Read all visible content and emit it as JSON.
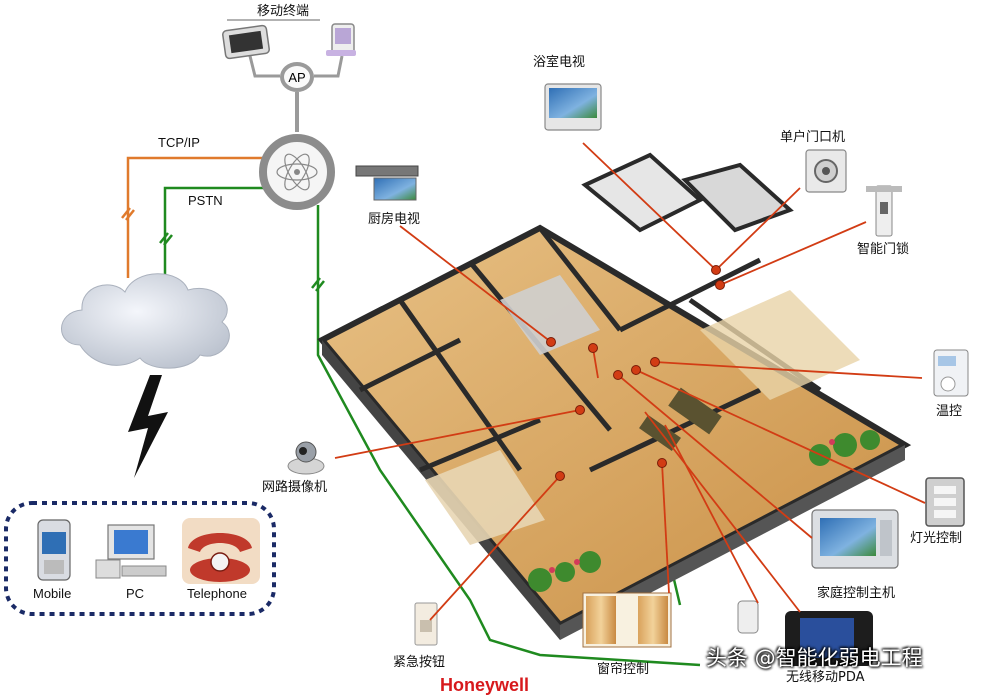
{
  "network": {
    "mobile_terminal": "移动终端",
    "ap": "AP",
    "tcp_ip": "TCP/IP",
    "pstn": "PSTN"
  },
  "remote_devices": {
    "mobile": "Mobile",
    "pc": "PC",
    "telephone": "Telephone"
  },
  "devices": {
    "bathroom_tv": "浴室电视",
    "kitchen_tv": "厨房电视",
    "door_intercom": "单户门口机",
    "smart_lock": "智能门锁",
    "thermostat": "温控",
    "ip_camera": "网路摄像机",
    "lighting_control": "灯光控制",
    "home_controller": "家庭控制主机",
    "emergency_button": "紧急按钮",
    "curtain_control": "窗帘控制",
    "wireless_pda": "无线移动PDA"
  },
  "watermark": "头条 @智能化弱电工程",
  "brand": "Honeywell",
  "colors": {
    "tcp_ip_line": "#e07a2c",
    "pstn_line": "#1f8a1f",
    "pointer_line": "#d23c14",
    "hub_ring": "#8c8c8c",
    "floor": "#d9a45a",
    "wall": "#2a2a2a",
    "remote_box_border": "#1a2a66"
  }
}
